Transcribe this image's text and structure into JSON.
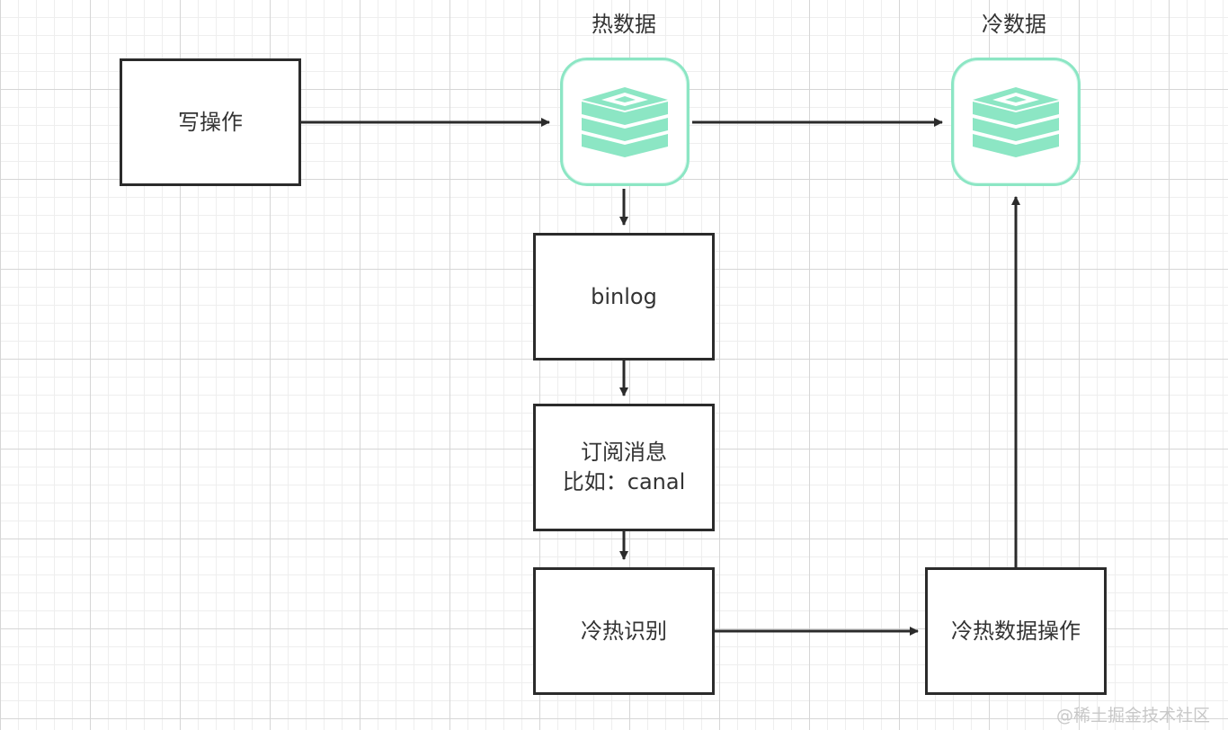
{
  "labels": {
    "hot_data": "热数据",
    "cold_data": "冷数据"
  },
  "nodes": {
    "write_op": "写操作",
    "binlog": "binlog",
    "subscribe_line1": "订阅消息",
    "subscribe_line2": "比如：canal",
    "identify": "冷热识别",
    "data_op": "冷热数据操作"
  },
  "icons": {
    "hot_store": "database-stack-icon",
    "cold_store": "database-stack-icon"
  },
  "colors": {
    "db_accent": "#8ce6c4",
    "stroke": "#2b2b2b"
  },
  "watermark": "@稀土掘金技术社区"
}
